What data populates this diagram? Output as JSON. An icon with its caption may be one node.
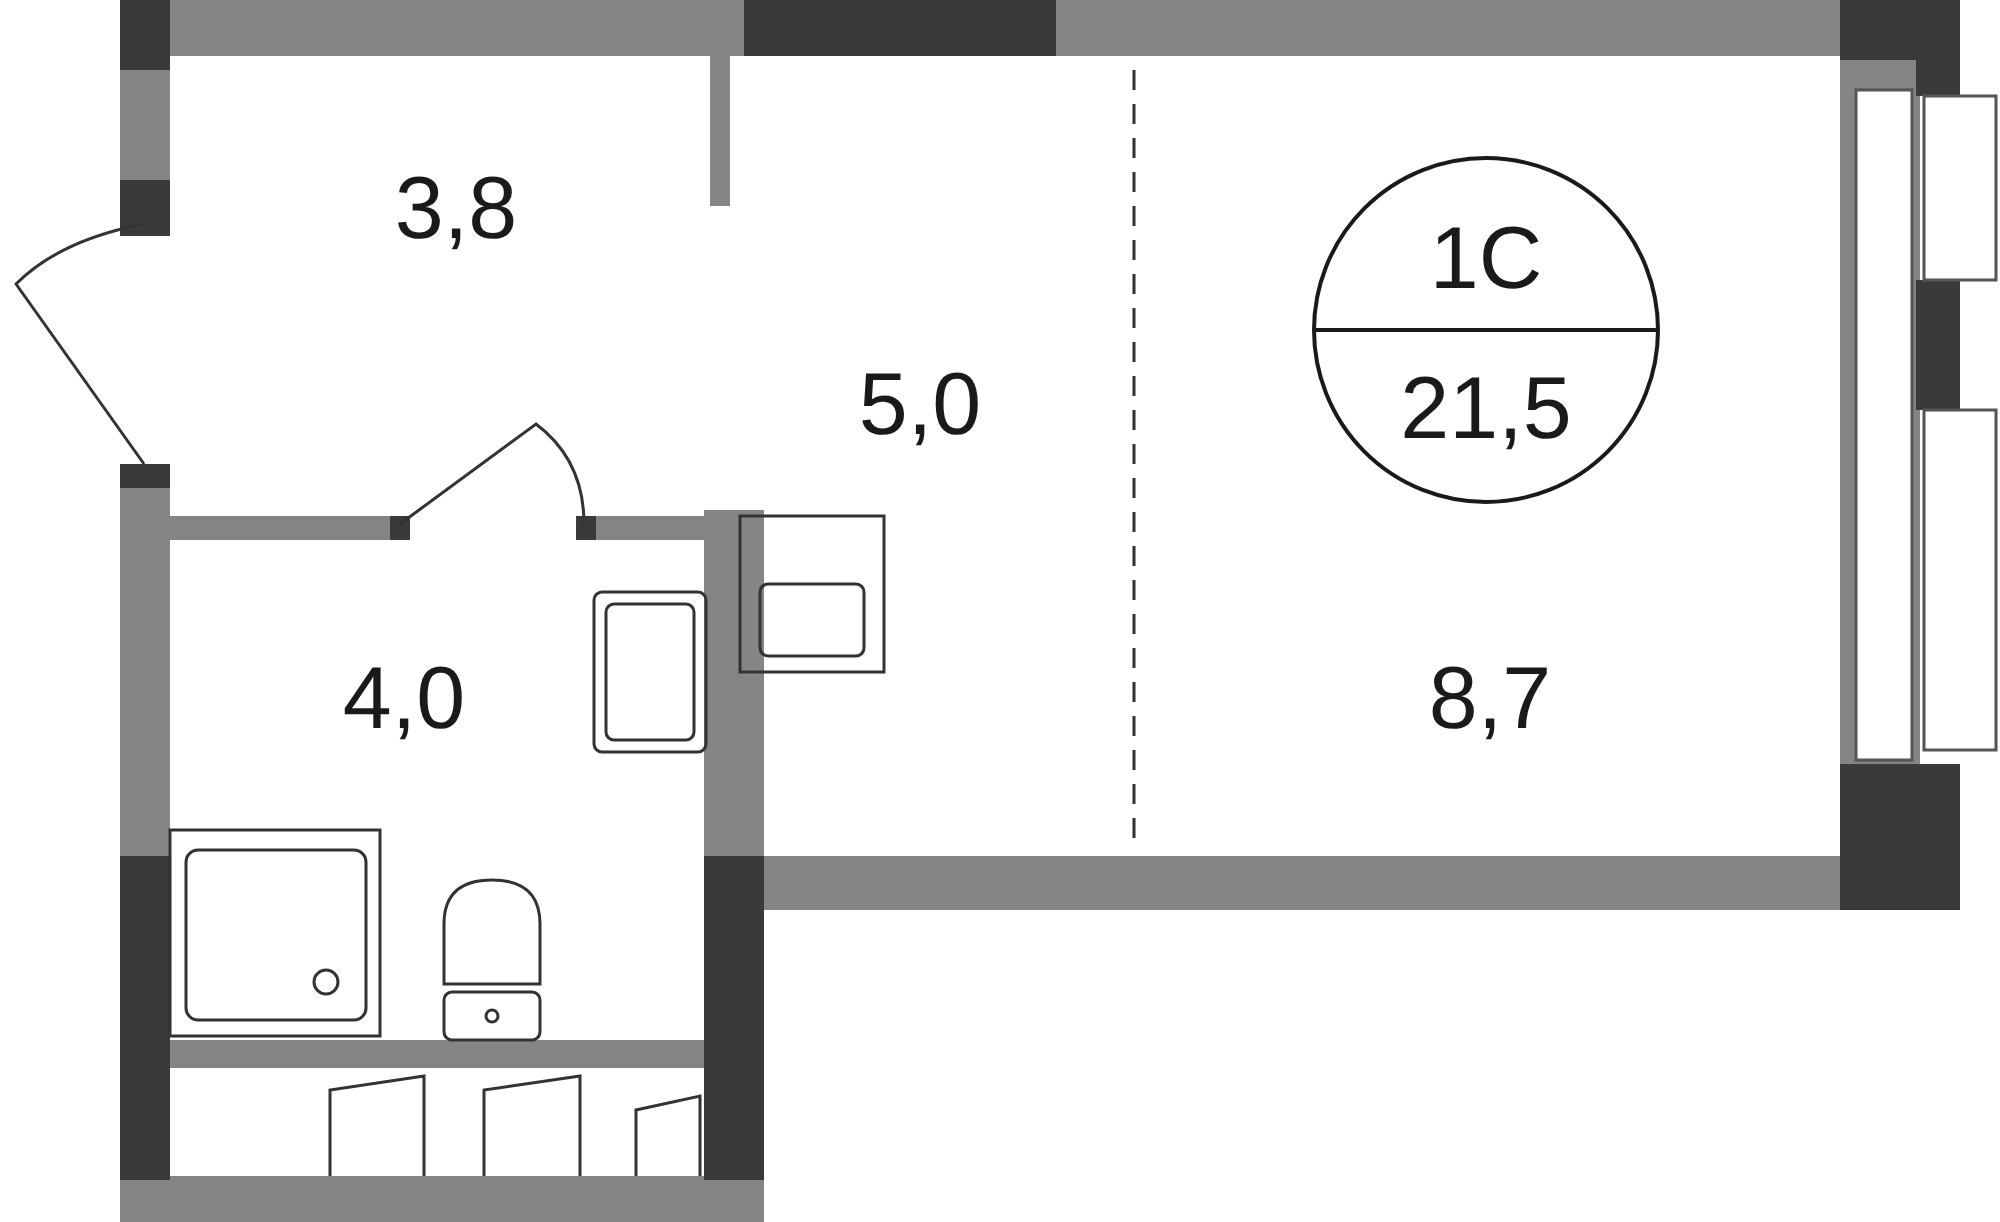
{
  "diagram": {
    "labels": [
      "3,8",
      "5,0",
      "1С",
      "21,5",
      "4,0",
      "8,7"
    ]
  }
}
